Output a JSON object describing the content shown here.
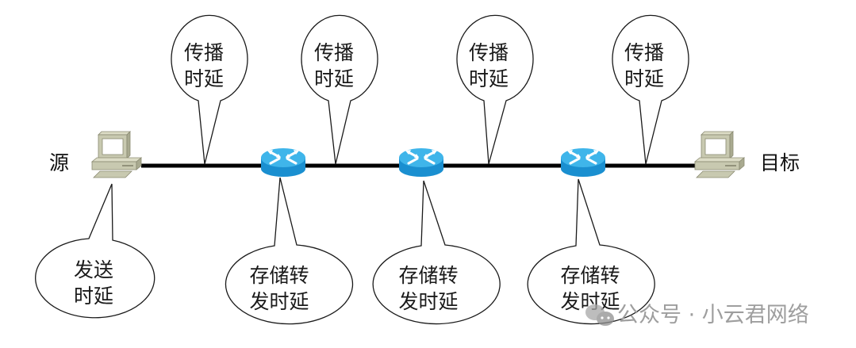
{
  "diagram": {
    "title": "Network delay components",
    "nodes": {
      "source_label": "源",
      "destination_label": "目标"
    },
    "callouts": {
      "transmission_delay": [
        "发送",
        "时延"
      ],
      "propagation_delay": [
        "传播",
        "时延"
      ],
      "store_forward_delay": [
        "存储转",
        "发时延"
      ]
    },
    "counts": {
      "routers": 3,
      "propagation_callouts": 4,
      "store_forward_callouts": 3
    },
    "colors": {
      "router_blue": "#1a8fd0",
      "router_top": "#3fb5ea",
      "pc_body": "#c8c9b0",
      "link": "#000000",
      "watermark": "#9e9e9e"
    }
  },
  "watermark": {
    "text": "公众号 · 小云君网络",
    "icon": "wechat-icon"
  }
}
